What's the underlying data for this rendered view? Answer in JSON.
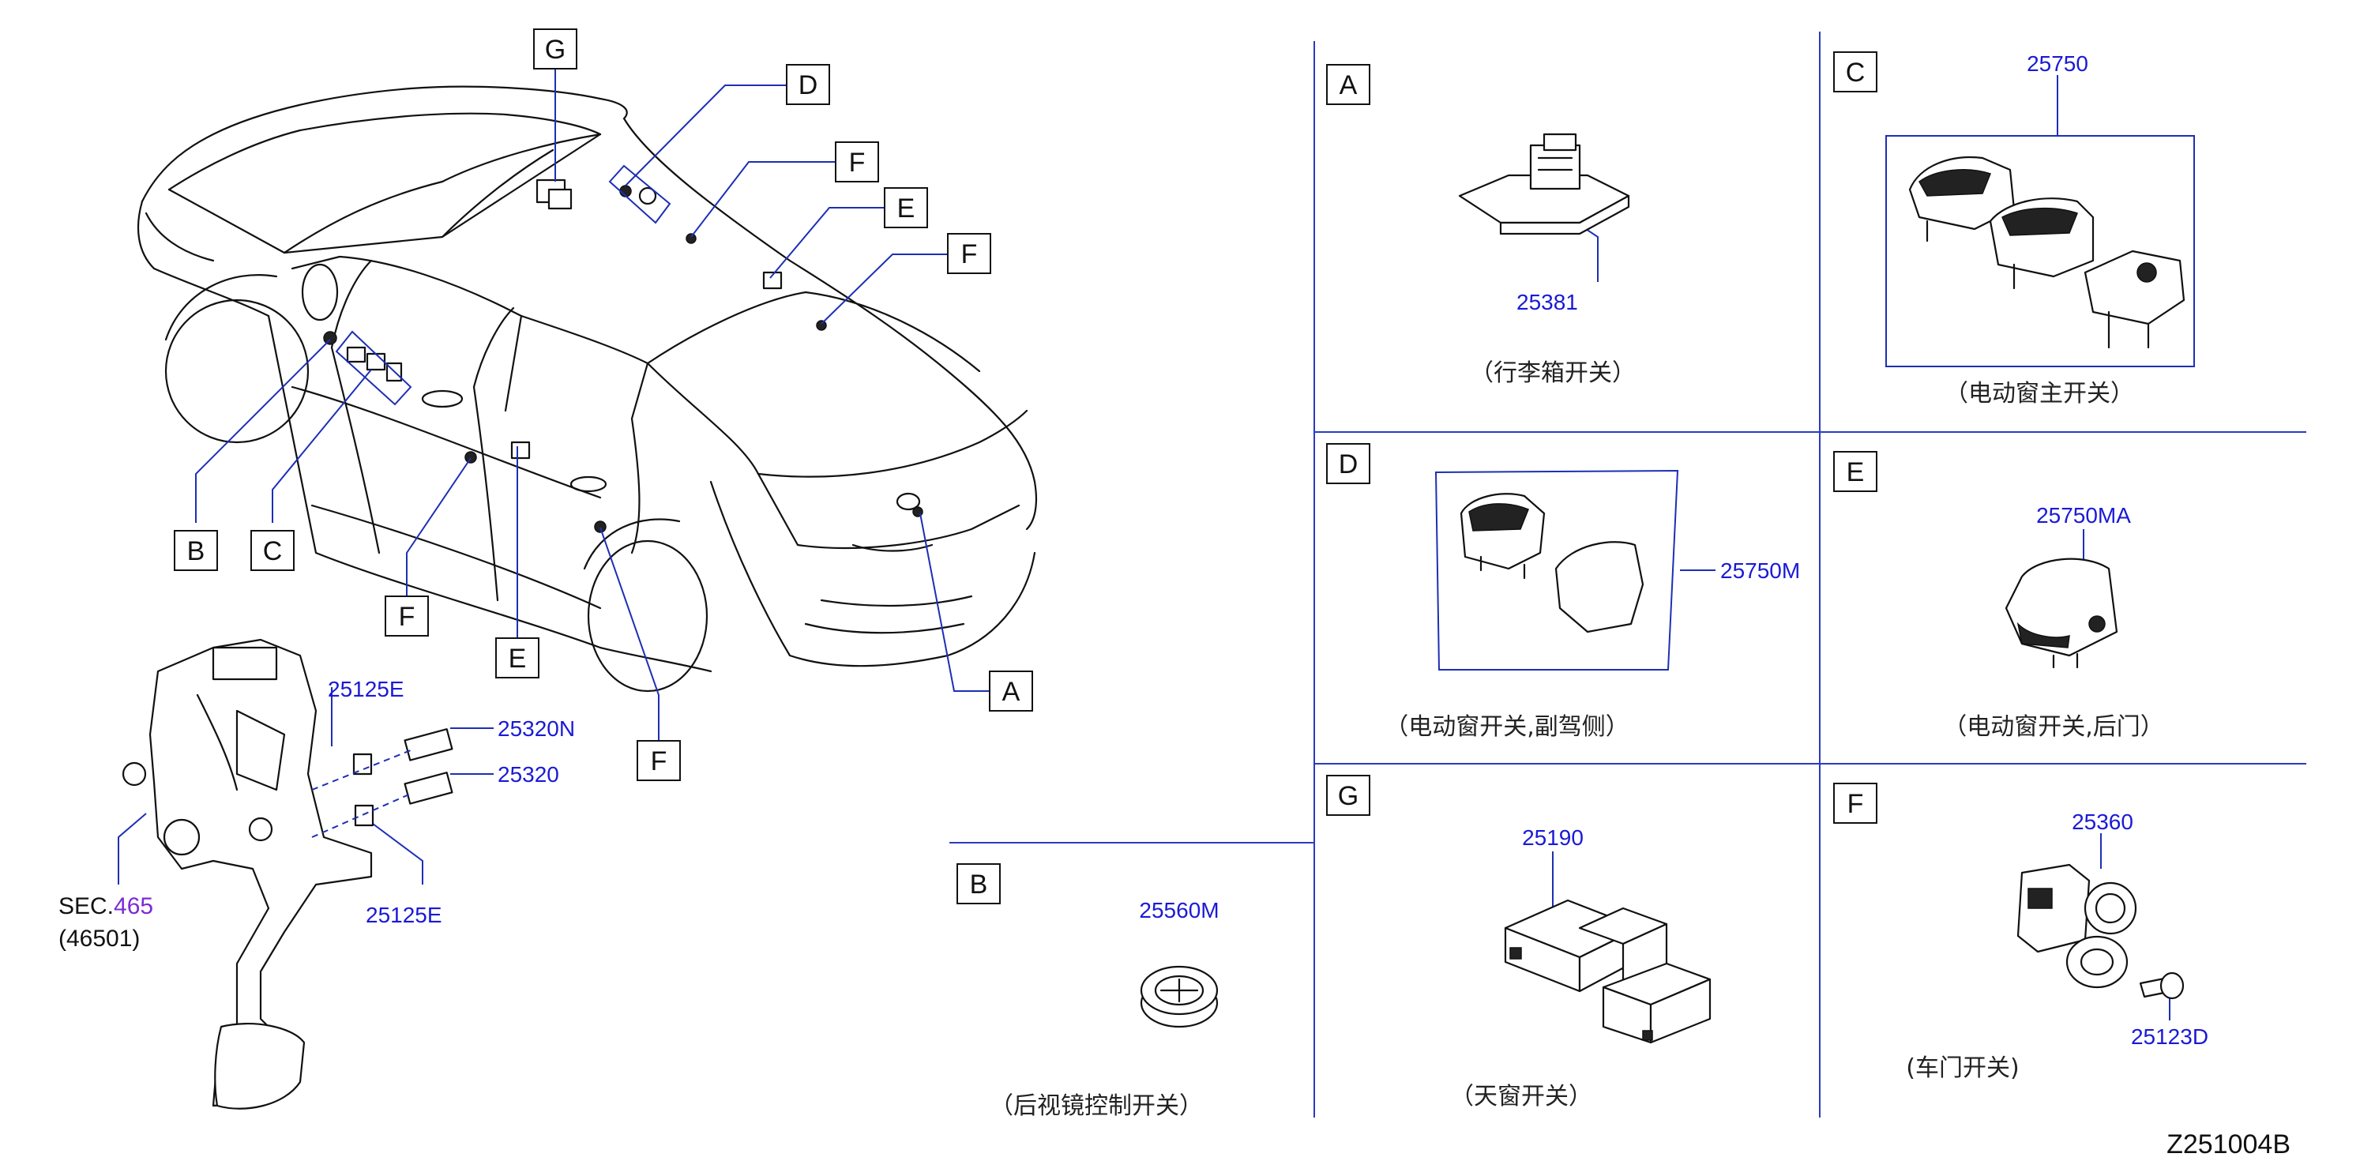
{
  "diagram_id": "Z251004B",
  "callouts": {
    "A": "A",
    "B": "B",
    "C": "C",
    "D": "D",
    "E": "E",
    "F": "F",
    "G": "G"
  },
  "parts": {
    "p25125E_top": "25125E",
    "p25320N": "25320N",
    "p25320": "25320",
    "p25125E_bottom": "25125E",
    "sec_prefix": "SEC.",
    "sec_num": "465",
    "sec_sub": "(46501)",
    "p25381": "25381",
    "p25750": "25750",
    "p25750M": "25750M",
    "p25750MA": "25750MA",
    "p25560M": "25560M",
    "p25190": "25190",
    "p25360": "25360",
    "p25123D": "25123D"
  },
  "captions": {
    "A": "（行李箱开关）",
    "C": "（电动窗主开关）",
    "D": "（电动窗开关,副驾侧）",
    "E": "（电动窗开关,后门）",
    "B": "（后视镜控制开关）",
    "G": "（天窗开关）",
    "F": "(车门开关)"
  },
  "colors": {
    "divider": "#2a3cc0",
    "part_number": "#1a1ad6",
    "sec_highlight": "#7b2bd6"
  }
}
